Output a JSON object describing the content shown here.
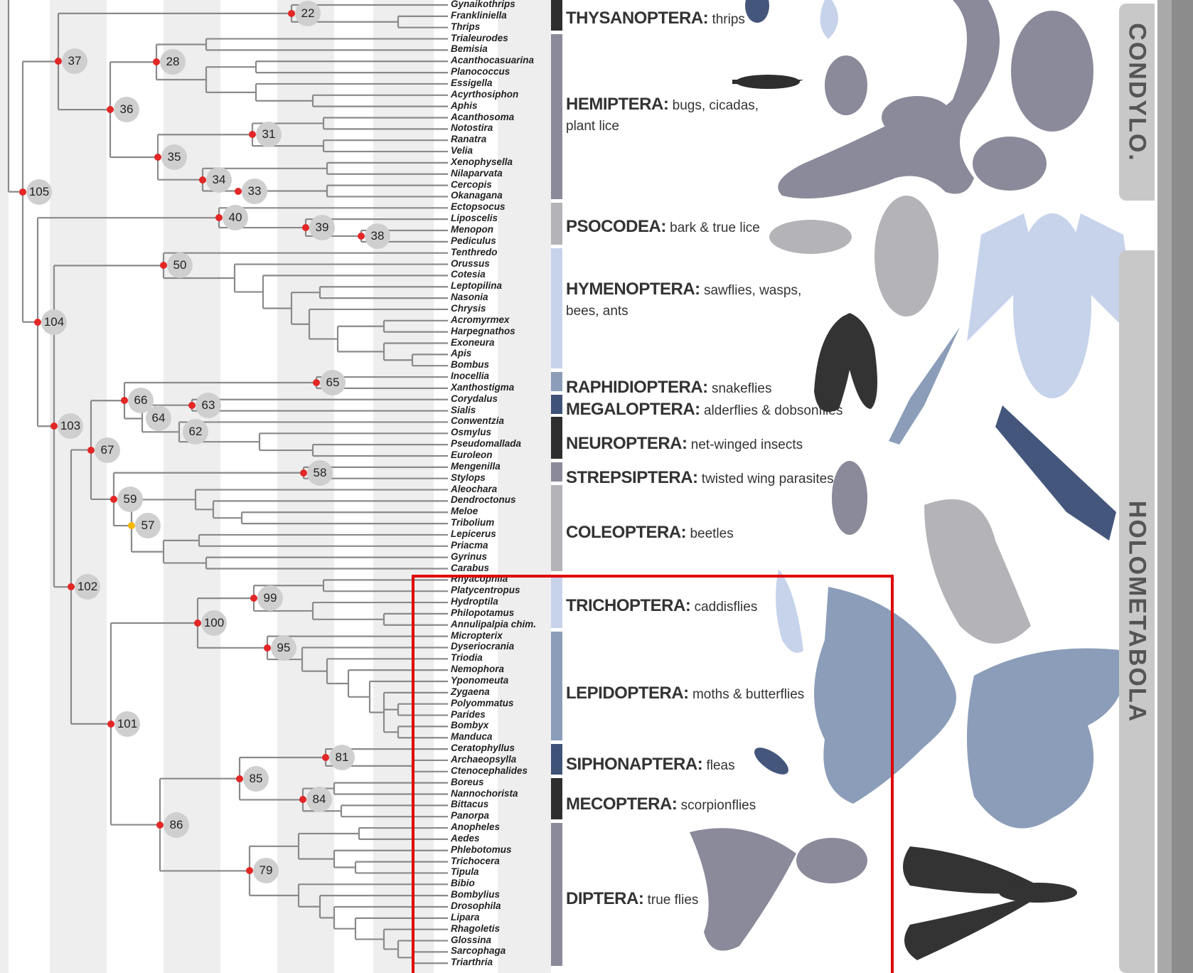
{
  "taxa": [
    "Gynaikothrips",
    "Frankliniella",
    "Thrips",
    "Trialeurodes",
    "Bemisia",
    "Acanthocasuarina",
    "Planococcus",
    "Essigella",
    "Acyrthosiphon",
    "Aphis",
    "Acanthosoma",
    "Notostira",
    "Ranatra",
    "Velia",
    "Xenophysella",
    "Nilaparvata",
    "Cercopis",
    "Okanagana",
    "Ectopsocus",
    "Liposcelis",
    "Menopon",
    "Pediculus",
    "Tenthredo",
    "Orussus",
    "Cotesia",
    "Leptopilina",
    "Nasonia",
    "Chrysis",
    "Acromyrmex",
    "Harpegnathos",
    "Exoneura",
    "Apis",
    "Bombus",
    "Inocellia",
    "Xanthostigma",
    "Corydalus",
    "Sialis",
    "Conwentzia",
    "Osmylus",
    "Pseudomallada",
    "Euroleon",
    "Mengenilla",
    "Stylops",
    "Aleochara",
    "Dendroctonus",
    "Meloe",
    "Tribolium",
    "Lepicerus",
    "Priacma",
    "Gyrinus",
    "Carabus",
    "Rhyacophila",
    "Platycentropus",
    "Hydroptila",
    "Philopotamus",
    "Annulipalpia chim.",
    "Micropterix",
    "Dyseriocrania",
    "Triodia",
    "Nemophora",
    "Yponomeuta",
    "Zygaena",
    "Polyommatus",
    "Parides",
    "Bombyx",
    "Manduca",
    "Ceratophyllus",
    "Archaeopsylla",
    "Ctenocephalides",
    "Boreus",
    "Nannochorista",
    "Bittacus",
    "Panorpa",
    "Anopheles",
    "Aedes",
    "Phlebotomus",
    "Trichocera",
    "Tipula",
    "Bibio",
    "Bombylius",
    "Drosophila",
    "Lipara",
    "Rhagoletis",
    "Glossina",
    "Sarcophaga",
    "Triarthria"
  ],
  "nodes": [
    {
      "label": "22",
      "dot": "red"
    },
    {
      "label": "37",
      "dot": "red"
    },
    {
      "label": "28",
      "dot": "red"
    },
    {
      "label": "36",
      "dot": "red"
    },
    {
      "label": "31",
      "dot": "red"
    },
    {
      "label": "35",
      "dot": "red"
    },
    {
      "label": "34",
      "dot": "red"
    },
    {
      "label": "33",
      "dot": "red"
    },
    {
      "label": "105",
      "dot": "red"
    },
    {
      "label": "40",
      "dot": "red"
    },
    {
      "label": "39",
      "dot": "red"
    },
    {
      "label": "38",
      "dot": "red"
    },
    {
      "label": "50",
      "dot": "red"
    },
    {
      "label": "104",
      "dot": "red"
    },
    {
      "label": "65",
      "dot": "red"
    },
    {
      "label": "66",
      "dot": "red"
    },
    {
      "label": "63",
      "dot": "red"
    },
    {
      "label": "64",
      "dot": "none"
    },
    {
      "label": "62",
      "dot": "none"
    },
    {
      "label": "103",
      "dot": "red"
    },
    {
      "label": "67",
      "dot": "red"
    },
    {
      "label": "58",
      "dot": "red"
    },
    {
      "label": "59",
      "dot": "red"
    },
    {
      "label": "57",
      "dot": "yellow"
    },
    {
      "label": "102",
      "dot": "red"
    },
    {
      "label": "99",
      "dot": "red"
    },
    {
      "label": "100",
      "dot": "red"
    },
    {
      "label": "95",
      "dot": "red"
    },
    {
      "label": "101",
      "dot": "red"
    },
    {
      "label": "81",
      "dot": "red"
    },
    {
      "label": "85",
      "dot": "red"
    },
    {
      "label": "84",
      "dot": "red"
    },
    {
      "label": "86",
      "dot": "red"
    },
    {
      "label": "79",
      "dot": "red"
    }
  ],
  "orders": [
    {
      "name": "THYSANOPTERA:",
      "common": "thrips",
      "line2": "",
      "color": "#2e2e2e"
    },
    {
      "name": "HEMIPTERA:",
      "common": "bugs, cicadas,",
      "line2": "plant lice",
      "color": "#8a8a9a"
    },
    {
      "name": "PSOCODEA:",
      "common": "bark & true lice",
      "line2": "",
      "color": "#b4b4b8"
    },
    {
      "name": "HYMENOPTERA:",
      "common": "sawflies, wasps,",
      "line2": "bees, ants",
      "color": "#c6d3ea"
    },
    {
      "name": "RAPHIDIOPTERA:",
      "common": "snakeflies",
      "line2": "",
      "color": "#8b9db8"
    },
    {
      "name": "MEGALOPTERA:",
      "common": "alderflies & dobsonflies",
      "line2": "",
      "color": "#3f5278"
    },
    {
      "name": "NEUROPTERA:",
      "common": "net-winged insects",
      "line2": "",
      "color": "#2e2e2e"
    },
    {
      "name": "STREPSIPTERA:",
      "common": "twisted wing parasites",
      "line2": "",
      "color": "#8a8a9a"
    },
    {
      "name": "COLEOPTERA:",
      "common": "beetles",
      "line2": "",
      "color": "#b4b4b8"
    },
    {
      "name": "TRICHOPTERA:",
      "common": "caddisflies",
      "line2": "",
      "color": "#c6d3ea"
    },
    {
      "name": "LEPIDOPTERA:",
      "common": "moths & butterflies",
      "line2": "",
      "color": "#8b9db8"
    },
    {
      "name": "SIPHONAPTERA:",
      "common": "fleas",
      "line2": "",
      "color": "#3f5278"
    },
    {
      "name": "MECOPTERA:",
      "common": "scorpionflies",
      "line2": "",
      "color": "#2e2e2e"
    },
    {
      "name": "DIPTERA:",
      "common": "true flies",
      "line2": "",
      "color": "#8a8a9a"
    }
  ],
  "superorders": [
    {
      "label": "CONDYLO."
    },
    {
      "label": "HOLOMETABOLA"
    }
  ],
  "colors": {
    "branch": "#8a8a8a",
    "band": "#eeeeee",
    "node": "#cfcfcf",
    "dot_red": "#e32626",
    "dot_yellow": "#f5b800",
    "highlight": "#e00000"
  },
  "icons": [
    "thrips-silhouette",
    "cicada-silhouette",
    "aphid-silhouette",
    "stinkbug-silhouette",
    "beetle-silhouette",
    "louse-silhouette",
    "wasp-silhouette",
    "caddisfly-silhouette",
    "snakefly-silhouette",
    "dobsonfly-silhouette",
    "strepsiptera-silhouette",
    "beetle-large-silhouette",
    "butterfly-silhouette",
    "flea-silhouette",
    "fly-silhouette",
    "scorpionfly-silhouette"
  ]
}
